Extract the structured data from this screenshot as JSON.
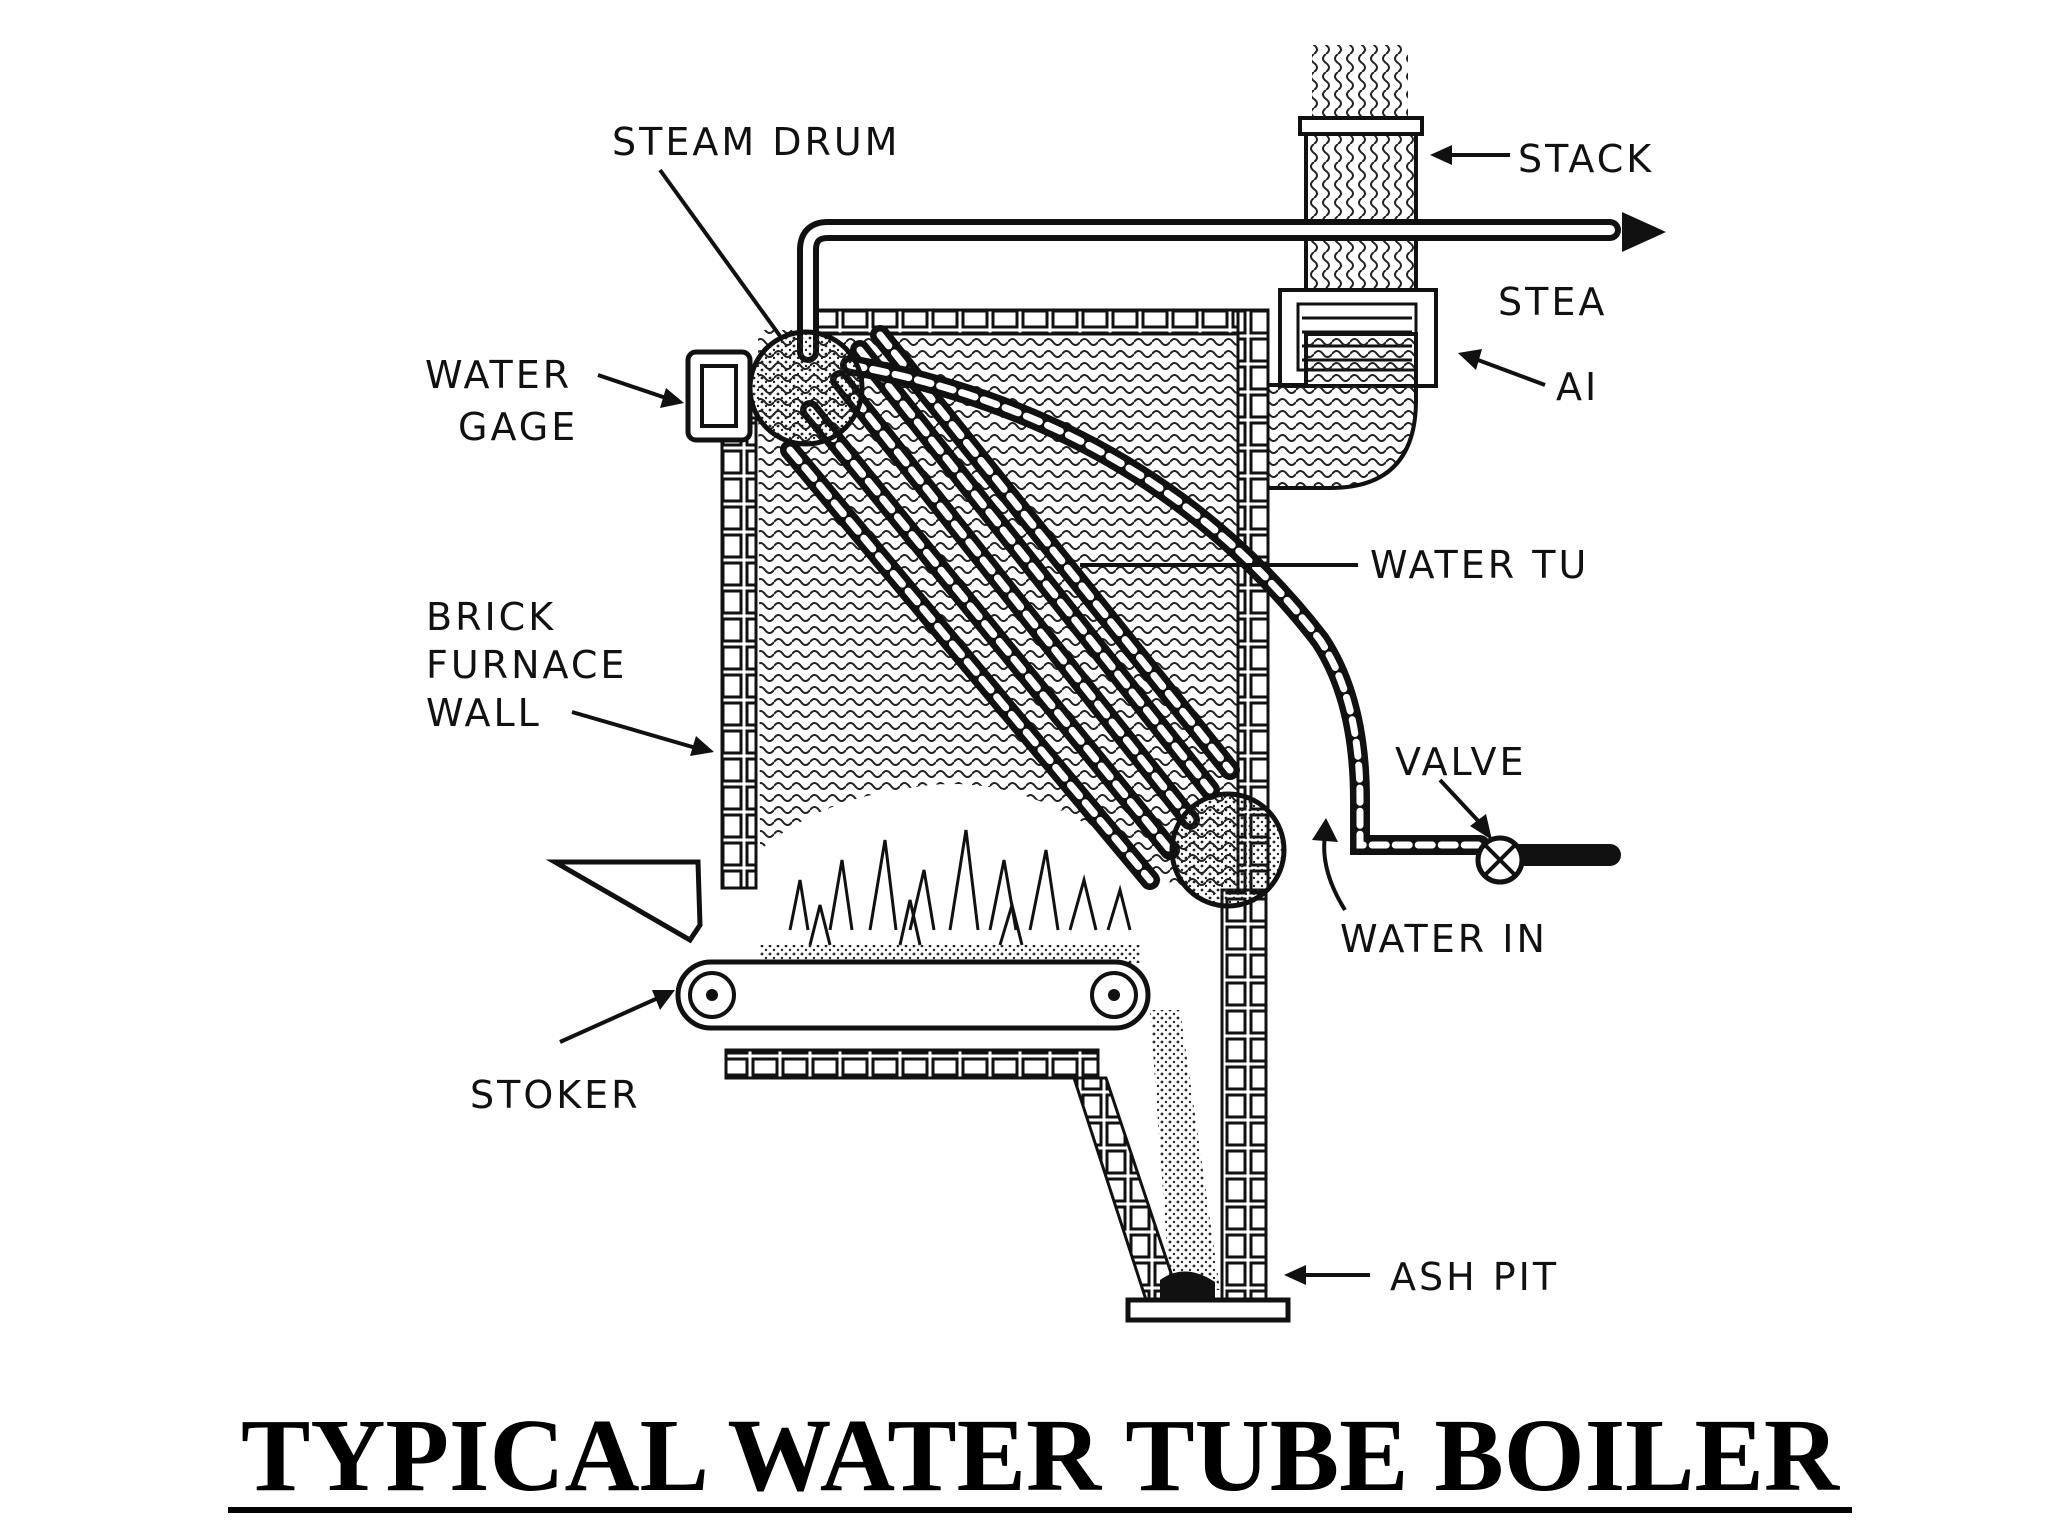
{
  "labels": {
    "steam_drum": "STEAM DRUM",
    "stack": "STACK",
    "steam": "STEA",
    "air": "AI",
    "water_gage_1": "WATER",
    "water_gage_2": "GAGE",
    "water_tubes": "WATER TU",
    "brick_wall_1": "BRICK",
    "brick_wall_2": "FURNACE",
    "brick_wall_3": "WALL",
    "valve": "VALVE",
    "water_in": "WATER IN",
    "stoker": "STOKER",
    "ash_pit": "ASH PIT"
  },
  "caption": "TYPICAL WATER TUBE BOILER"
}
